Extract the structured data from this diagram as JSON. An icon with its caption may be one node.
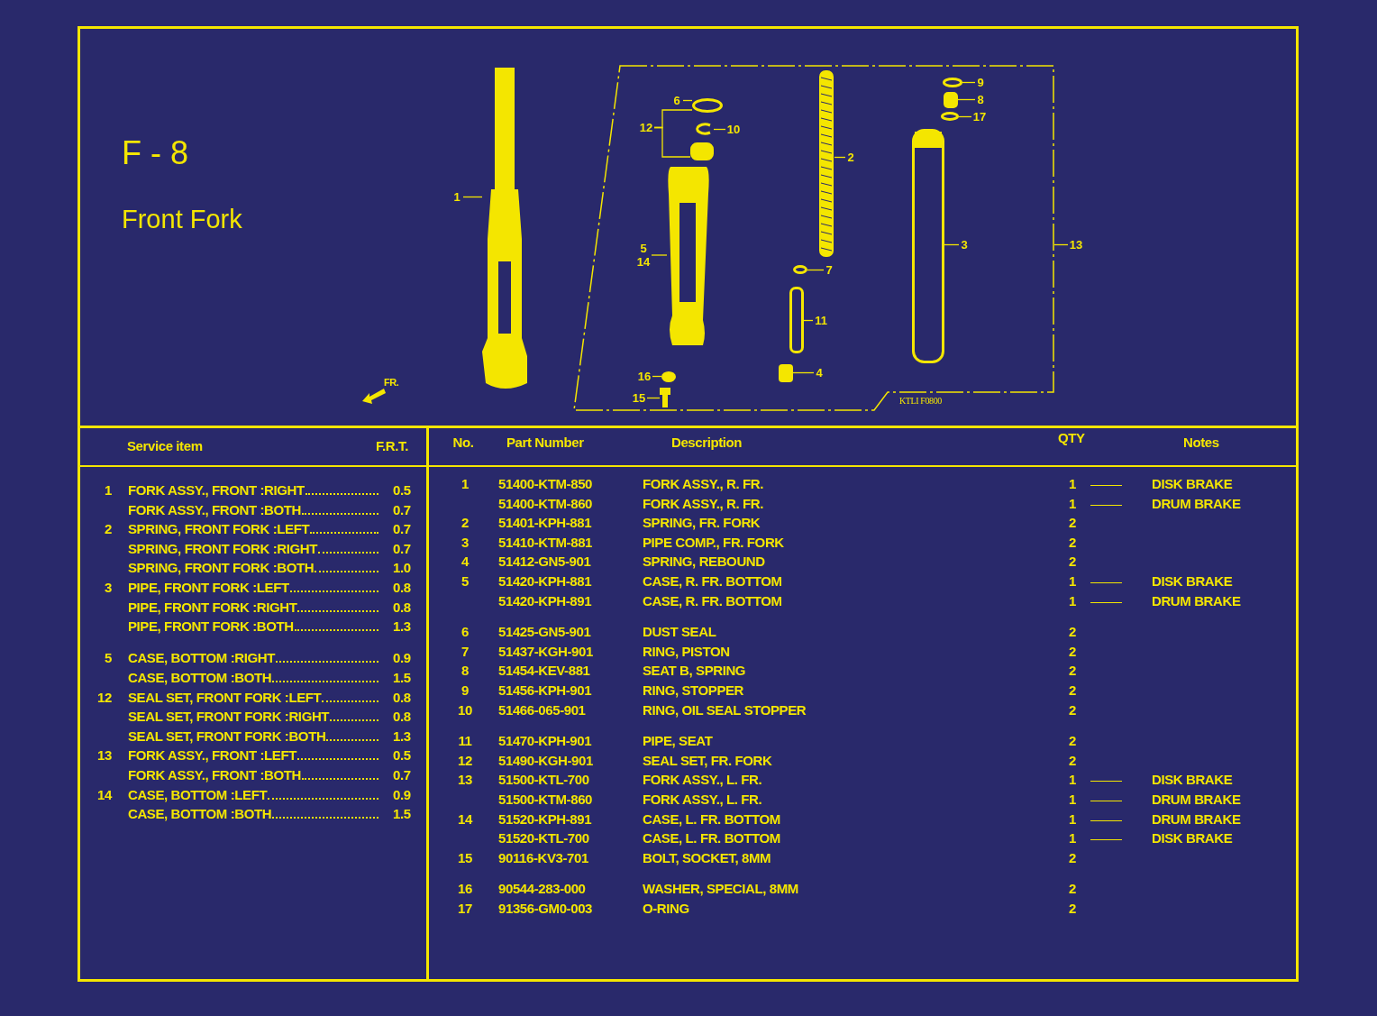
{
  "diagram": {
    "title": "F - 8",
    "nodes": [
      {
        "text": [
          "1"
        ]
      },
      {
        "text": [],
        "shape": "picture"
      },
      {
        "text": [],
        "shape": "box"
      },
      {
        "text": [
          "6"
        ],
        "in": 2
      },
      {
        "text": [],
        "shape": "circle",
        "in": 2
      },
      {
        "text": [
          "12"
        ],
        "in": 2
      },
      {
        "text": [
          "10"
        ],
        "in": 2
      },
      {
        "text": [],
        "shape": "picture",
        "in": 2
      },
      {
        "text": [],
        "shape": "box",
        "in": 2
      },
      {
        "text": [
          "5",
          "14"
        ],
        "in": 2
      },
      {
        "text": [],
        "shape": "picture",
        "in": 2
      },
      {
        "text": [
          "16"
        ],
        "in": 2
      },
      {
        "text": [],
        "shape": "circle",
        "in": 2
      },
      {
        "text": [
          "15"
        ],
        "in": 2
      },
      {
        "text": [],
        "shape": "picture",
        "in": 2
      },
      {
        "text": [
          "2"
        ],
        "in": 2
      },
      {
        "text": [],
        "shape": "picture",
        "in": 2
      },
      {
        "text": [
          "7"
        ],
        "in": 2
      },
      {
        "text": [],
        "shape": "circle",
        "in": 2
      },
      {
        "text": [
          "11"
        ],
        "in": 2
      },
      {
        "text": [],
        "shape": "box",
        "in": 2
      },
      {
        "text": [
          "4"
        ],
        "in": 2
      },
      {
        "text": [],
        "shape": "picture",
        "in": 2
      },
      {
        "text": [
          "9"
        ],
        "in": 2
      },
      {
        "text": [],
        "shape": "circle",
        "in": 2
      },
      {
        "text": [
          "8"
        ],
        "in": 2
      },
      {
        "text": [],
        "shape": "picture",
        "in": 2
      },
      {
        "text": [
          "17"
        ],
        "in": 2
      },
      {
        "text": [],
        "shape": "circle",
        "in": 2
      },
      {
        "text": [
          "3"
        ],
        "in": 2
      },
      {
        "text": [],
        "shape": "picture",
        "in": 2
      },
      {
        "text": [
          "13"
        ]
      }
    ],
    "edges": [
      {
        "from": 0,
        "to": 1,
        "arrow": "none"
      },
      {
        "from": 3,
        "to": 4,
        "arrow": "none"
      },
      {
        "from": 5,
        "to": 4,
        "arrow": "none"
      },
      {
        "from": 5,
        "to": 8,
        "arrow": "none"
      },
      {
        "from": 6,
        "to": 7,
        "arrow": "none"
      },
      {
        "from": 9,
        "to": 10,
        "arrow": "none"
      },
      {
        "from": 11,
        "to": 12,
        "arrow": "none"
      },
      {
        "from": 13,
        "to": 14,
        "arrow": "none"
      },
      {
        "from": 15,
        "to": 16,
        "arrow": "none"
      },
      {
        "from": 17,
        "to": 18,
        "arrow": "none"
      },
      {
        "from": 19,
        "to": 20,
        "arrow": "none"
      },
      {
        "from": 21,
        "to": 22,
        "arrow": "none"
      },
      {
        "from": 23,
        "to": 24,
        "arrow": "none"
      },
      {
        "from": 25,
        "to": 26,
        "arrow": "none"
      },
      {
        "from": 27,
        "to": 28,
        "arrow": "none"
      },
      {
        "from": 29,
        "to": 30,
        "arrow": "none"
      },
      {
        "from": 31,
        "to": 2,
        "arrow": "none"
      }
    ],
    "labels": [
      "Front Fork",
      "FR.",
      "KTLI F0800",
      "Service item",
      "F.R.T.",
      "1",
      "FORK ASSY., FRONT :RIGHT",
      "0.5",
      "FORK ASSY., FRONT :BOTH",
      "0.7",
      "2",
      "SPRING, FRONT FORK :LEFT",
      "0.7",
      "SPRING, FRONT FORK :RIGHT",
      "0.7",
      "SPRING, FRONT FORK :BOTH",
      "1.0",
      "3",
      "PIPE, FRONT FORK :LEFT",
      "0.8",
      "PIPE, FRONT FORK :RIGHT",
      "0.8",
      "PIPE, FRONT FORK :BOTH",
      "1.3",
      "5",
      "CASE, BOTTOM :RIGHT",
      "0.9",
      "CASE, BOTTOM :BOTH",
      "1.5",
      "12",
      "SEAL SET, FRONT FORK :LEFT",
      "0.8",
      "SEAL SET, FRONT FORK :RIGHT",
      "0.8",
      "SEAL SET, FRONT FORK :BOTH",
      "1.3",
      "13",
      "FORK ASSY., FRONT :LEFT",
      "0.5",
      "FORK ASSY., FRONT :BOTH",
      "0.7",
      "14",
      "CASE, BOTTOM :LEFT",
      "0.9",
      "CASE, BOTTOM :BOTH",
      "1.5",
      "No.",
      "Part Number",
      "Description",
      "QTY",
      "Notes",
      "1",
      "51400-KTM-850",
      "FORK ASSY., R. FR.",
      "1",
      "DISK BRAKE",
      "51400-KTM-860",
      "FORK ASSY., R. FR.",
      "1",
      "DRUM BRAKE",
      "2",
      "51401-KPH-881",
      "SPRING, FR. FORK",
      "2",
      "3",
      "51410-KTM-881",
      "PIPE COMP., FR. FORK",
      "2",
      "4",
      "51412-GN5-901",
      "SPRING, REBOUND",
      "2",
      "5",
      "51420-KPH-881",
      "CASE, R. FR. BOTTOM",
      "1",
      "DISK BRAKE",
      "51420-KPH-891",
      "CASE, R. FR. BOTTOM",
      "1",
      "DRUM BRAKE",
      "6",
      "51425-GN5-901",
      "DUST SEAL",
      "2",
      "7",
      "51437-KGH-901",
      "RING, PISTON",
      "2",
      "8",
      "51454-KEV-881",
      "SEAT B, SPRING",
      "2",
      "9",
      "51456-KPH-901",
      "RING, STOPPER",
      "2",
      "10",
      "51466-065-901",
      "RING, OIL SEAL STOPPER",
      "2",
      "11",
      "51470-KPH-901",
      "PIPE, SEAT",
      "2",
      "12",
      "51490-KGH-901",
      "SEAL SET, FR. FORK",
      "2",
      "13",
      "51500-KTL-700",
      "FORK ASSY., L. FR.",
      "1",
      "DISK BRAKE",
      "51500-KTM-860",
      "FORK ASSY., L. FR.",
      "1",
      "DRUM BRAKE",
      "14",
      "51520-KPH-891",
      "CASE, L. FR. BOTTOM",
      "1",
      "DRUM BRAKE",
      "51520-KTL-700",
      "CASE, L. FR. BOTTOM",
      "1",
      "DISK BRAKE",
      "15",
      "90116-KV3-701",
      "BOLT, SOCKET, 8MM",
      "2",
      "16",
      "90544-283-000",
      "WASHER, SPECIAL, 8MM",
      "2",
      "17",
      "91356-GM0-003",
      "O-RING",
      "2"
    ]
  }
}
